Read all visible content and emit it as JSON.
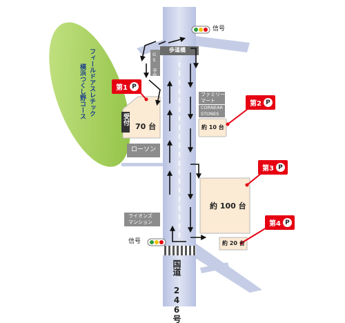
{
  "course": {
    "name_line1": "フィールドアスレチック",
    "name_line2": "横浜つくし野コース"
  },
  "parking": [
    {
      "badge": "第1",
      "p_mark": "P",
      "capacity": "70 台",
      "reception": "受付"
    },
    {
      "badge": "第2",
      "p_mark": "P",
      "capacity": "約 10 台"
    },
    {
      "badge": "第3",
      "p_mark": "P",
      "capacity": "約 100 台"
    },
    {
      "badge": "第4",
      "p_mark": "P",
      "capacity": "約 20 台"
    }
  ],
  "landmarks": {
    "pedestrian_bridge": "歩道橋",
    "gas_station": "GS 平佐美",
    "lawson": "ローソン",
    "familymart_line1": "ファミリー",
    "familymart_line2": "マート",
    "cornear_line1": "CORNEAR",
    "cornear_line2": "STONES",
    "lions_line1": "ライオンズ",
    "lions_line2": "マンション"
  },
  "signals": {
    "top": "信号",
    "bottom": "信号"
  },
  "road": {
    "name": "国道 246号"
  },
  "colors": {
    "road": "#c5cde6",
    "road_center": "#a8b3d9",
    "badge_red": "#e60012",
    "parking_fill": "#fbead4",
    "course_green": "#a9d25f",
    "building_gray": "#8c8c8c",
    "arrow": "#111111"
  }
}
